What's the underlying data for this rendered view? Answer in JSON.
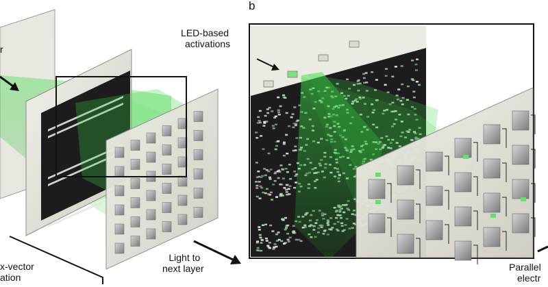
{
  "panel_b_letter": "b",
  "labels": {
    "led_line1": "LED-based",
    "led_line2": "activations",
    "light_line1": "Light to",
    "light_line2": "next layer",
    "left_top_fragment": "r",
    "matrix_line1": "x-vector",
    "matrix_line2": "ation",
    "parallel_line1": "Parallel",
    "parallel_line2": "electr"
  },
  "colors": {
    "glow": "#2fd23a",
    "dark_panel": "#1c1c1c",
    "frame": "#d9d8cf",
    "cell": "#9a9a9a"
  }
}
